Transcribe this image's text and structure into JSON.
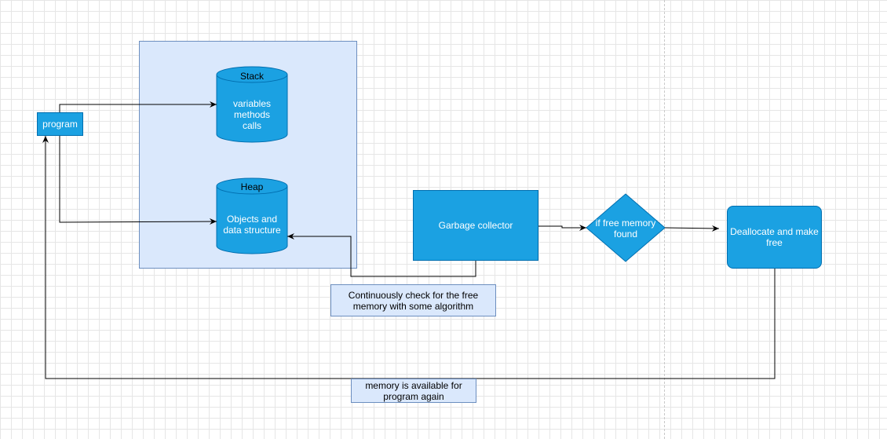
{
  "nodes": {
    "program": "program",
    "stack": {
      "title": "Stack",
      "body": "variables\nmethods\ncalls"
    },
    "heap": {
      "title": "Heap",
      "body": "Objects and\ndata structure"
    },
    "garbage_collector": "Garbage collector",
    "decision": "if free memory\nfound",
    "deallocate": "Deallocate and make\nfree"
  },
  "notes": {
    "continuous_check": "Continuously check for the free\nmemory with some algorithm",
    "memory_available": "memory is available for\nprogram again"
  },
  "colors": {
    "node_fill": "#1ba1e2",
    "node_stroke": "#006eaf",
    "group_fill": "#dae8fc",
    "group_stroke": "#6c8ebf",
    "edge": "#000000"
  }
}
